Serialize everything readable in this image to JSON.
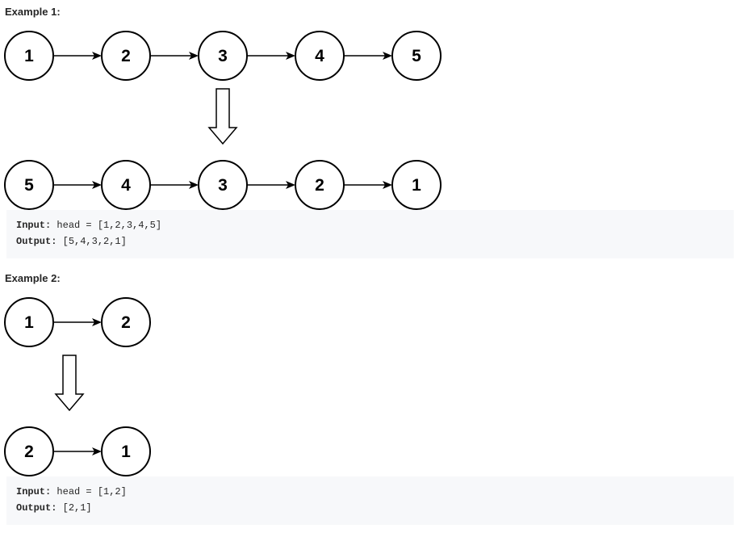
{
  "examples": [
    {
      "heading": "Example 1:",
      "input_nodes": [
        "1",
        "2",
        "3",
        "4",
        "5"
      ],
      "output_nodes": [
        "5",
        "4",
        "3",
        "2",
        "1"
      ],
      "input_label": "Input:",
      "input_value": "head = [1,2,3,4,5]",
      "output_label": "Output:",
      "output_value": "[5,4,3,2,1]"
    },
    {
      "heading": "Example 2:",
      "input_nodes": [
        "1",
        "2"
      ],
      "output_nodes": [
        "2",
        "1"
      ],
      "input_label": "Input:",
      "input_value": "head = [1,2]",
      "output_label": "Output:",
      "output_value": "[2,1]"
    }
  ]
}
